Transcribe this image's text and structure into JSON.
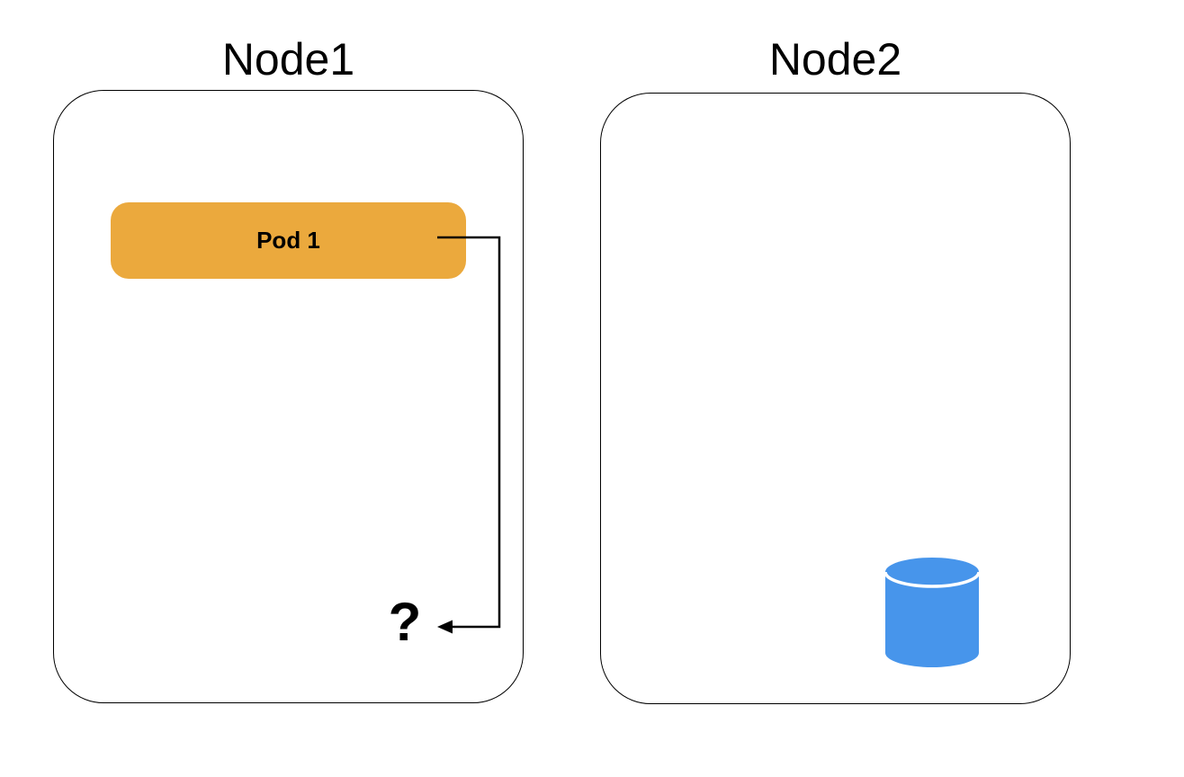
{
  "diagram": {
    "nodes": [
      {
        "id": "node1",
        "title": "Node1"
      },
      {
        "id": "node2",
        "title": "Node2"
      }
    ],
    "pod": {
      "label": "Pod 1",
      "fill": "#EBA93D",
      "text_color": "#000000"
    },
    "question_mark": "?",
    "connector": {
      "from": "pod-1",
      "to": "question-mark",
      "color": "#000000"
    },
    "cylinder": {
      "fill": "#4795EB",
      "separator_color": "#ffffff"
    },
    "node_border_color": "#000000"
  }
}
